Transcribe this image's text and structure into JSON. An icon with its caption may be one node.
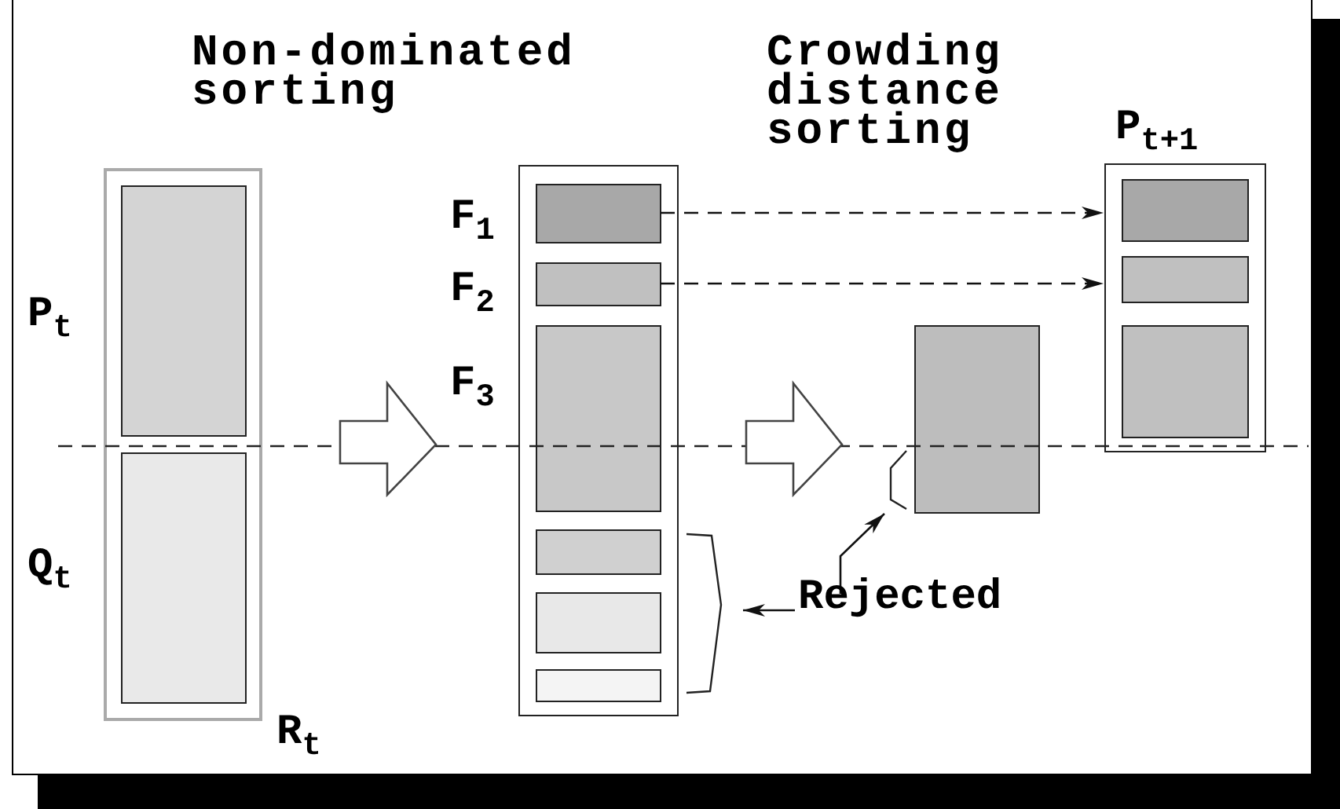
{
  "diagram": {
    "nodes": [
      {
        "text": [],
        "shape": "box",
        "beside": [
          "R$_{t}$"
        ]
      },
      {
        "text": [],
        "shape": "box",
        "in": 0,
        "beside": [
          "P$_{t}$"
        ]
      },
      {
        "text": [],
        "shape": "box",
        "in": 0,
        "beside": [
          "Q$_{t}$"
        ]
      },
      {
        "text": [],
        "shape": "box"
      },
      {
        "text": [],
        "shape": "box",
        "in": 3,
        "beside": [
          "F$_{1}$"
        ]
      },
      {
        "text": [],
        "shape": "box",
        "in": 3,
        "beside": [
          "F$_{2}$"
        ]
      },
      {
        "text": [],
        "shape": "box",
        "in": 3,
        "beside": [
          "F$_{3}$"
        ]
      },
      {
        "text": [],
        "shape": "box",
        "in": 3
      },
      {
        "text": [],
        "shape": "box",
        "in": 3
      },
      {
        "text": [],
        "shape": "box",
        "in": 3
      },
      {
        "text": [],
        "shape": "box"
      },
      {
        "text": [],
        "shape": "box",
        "beside": [
          "P$_{t+1}$"
        ]
      },
      {
        "text": [],
        "shape": "box",
        "in": 11
      },
      {
        "text": [],
        "shape": "box",
        "in": 11
      },
      {
        "text": [],
        "shape": "box",
        "in": 11
      },
      {
        "text": [
          "Rejected"
        ]
      },
      {
        "text": [],
        "shape": "bracket"
      },
      {
        "text": [],
        "shape": "bracket"
      }
    ],
    "edges": [
      {
        "from": 0,
        "to": 3,
        "arrow": "to",
        "style": "thick"
      },
      {
        "from": 3,
        "to": 10,
        "arrow": "to",
        "style": "thick"
      },
      {
        "from": 4,
        "to": 12,
        "arrow": "to",
        "style": "dashed"
      },
      {
        "from": 5,
        "to": 13,
        "arrow": "to",
        "style": "dashed"
      },
      {
        "from": 15,
        "to": 16,
        "arrow": "to"
      },
      {
        "from": 15,
        "to": 17,
        "arrow": "to"
      }
    ],
    "labels": [
      "Non-dominated sorting",
      "Crowding distance sorting"
    ]
  }
}
